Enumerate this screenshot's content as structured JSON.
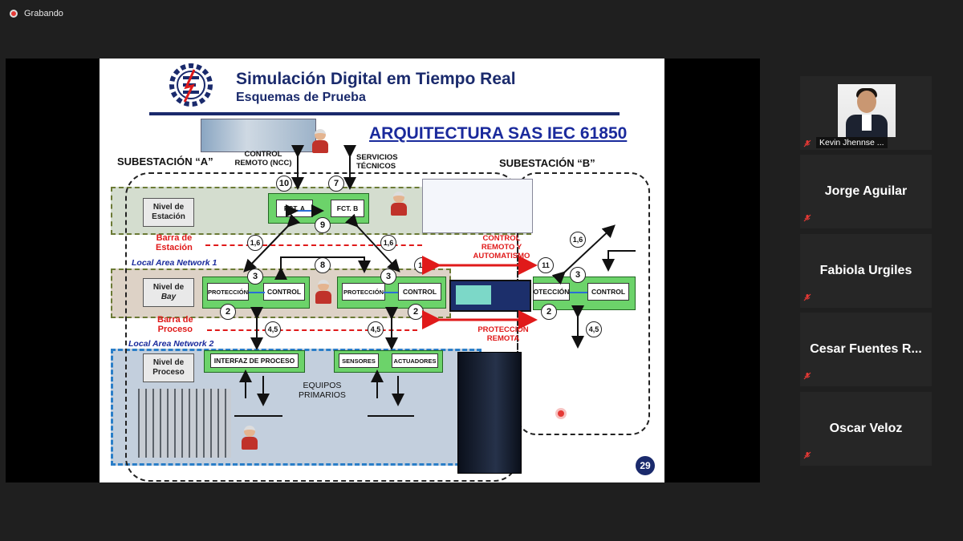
{
  "recording": {
    "label": "Grabando"
  },
  "slide": {
    "title": "Simulación Digital em Tiempo Real",
    "subtitle": "Esquemas de Prueba",
    "architecture_title": "ARQUITECTURA SAS IEC 61850",
    "page_number": "29",
    "substation_a": "SUBESTACIÓN “A”",
    "substation_b": "SUBESTACIÓN “B”",
    "control_remoto_ncc": [
      "CONTROL",
      "REMOTO (NCC)"
    ],
    "servicios_tecnicos": [
      "SERVICIOS",
      "TÉCNICOS"
    ],
    "nivel_estacion": [
      "Nivel de",
      "Estación"
    ],
    "nivel_bay": [
      "Nivel de",
      "Bay"
    ],
    "nivel_proceso": [
      "Nivel de",
      "Proceso"
    ],
    "fct_a": "FCT. A",
    "fct_b": "FCT. B",
    "barra_estacion": [
      "Barra de",
      "Estación"
    ],
    "lan1": "Local Area Network 1",
    "barra_proceso": [
      "Barra de",
      "Proceso"
    ],
    "lan2": "Local Area Network 2",
    "proteccion": "PROTECCIÓN",
    "control": "CONTROL",
    "proteccion_b": "OTECCIÓN",
    "control_b": "CONTROL",
    "interfaz_proceso": "INTERFAZ DE PROCESO",
    "sensores": "SENSORES",
    "actuadores": "ACTUADORES",
    "equipos_primarios": [
      "EQUIPOS",
      "PRIMARIOS"
    ],
    "control_remoto_auto": [
      "CONTROL",
      "REMOTO Y",
      "AUTOMATISMO"
    ],
    "proteccion_remota": [
      "PROTECCIÓN",
      "REMOTA"
    ],
    "n10": "10",
    "n7": "7",
    "n9": "9",
    "n16": "1,6",
    "n8": "8",
    "n11": "11",
    "n3": "3",
    "n2": "2",
    "n45": "4,5"
  },
  "participants": [
    {
      "name": "Kevin Jhennse ...",
      "video": true,
      "muted": true
    },
    {
      "name": "Jorge Aguilar",
      "video": false,
      "muted": true
    },
    {
      "name": "Fabiola Urgiles",
      "video": false,
      "muted": true
    },
    {
      "name": "Cesar  Fuentes  R...",
      "video": false,
      "muted": true
    },
    {
      "name": "Oscar Veloz",
      "video": false,
      "muted": true
    }
  ],
  "colors": {
    "accent_red": "#e01a1a",
    "title_blue": "#1a2a6c",
    "tile_bg": "#262626"
  }
}
